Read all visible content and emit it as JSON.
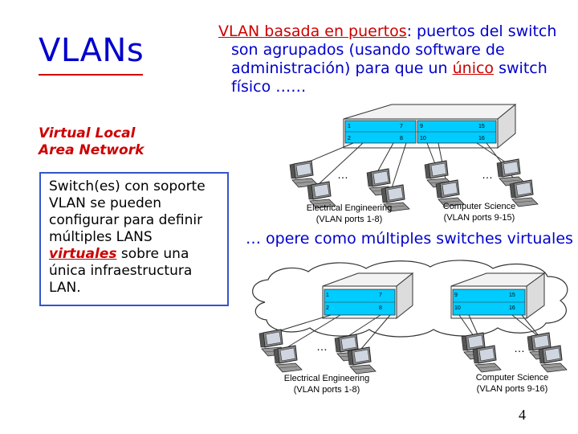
{
  "title": "VLANs",
  "header": {
    "line1_prefix": "VLAN basada en puertos",
    "line1_rest": ": puertos del switch",
    "line2": "son agrupados (usando software de",
    "line3_prefix": "administración) para que un ",
    "line3_emph": "único",
    "line3_rest": " switch",
    "line4": "físico ……"
  },
  "definition": {
    "line1": "Virtual Local",
    "line2": "Area Network"
  },
  "description": {
    "text_before": "Switch(es) con soporte VLAN se pueden configurar para definir múltiples LANS ",
    "emphasis": "virtuales",
    "text_after": " sobre una única infraestructura LAN."
  },
  "middle_text": "… opere como múltiples switches virtuales",
  "top_diagram": {
    "ports": [
      "1",
      "2",
      "7",
      "8",
      "9",
      "10",
      "15",
      "16"
    ],
    "left_dots": "…",
    "right_dots": "…",
    "left_label_line1": "Electrical Engineering",
    "left_label_line2": "(VLAN ports 1-8)",
    "right_label_line1": "Computer Science",
    "right_label_line2": "(VLAN ports 9-15)"
  },
  "bottom_diagram": {
    "ports_left": [
      "1",
      "2",
      "7",
      "8"
    ],
    "ports_right": [
      "9",
      "10",
      "15",
      "16"
    ],
    "left_dots": "…",
    "right_dots": "…",
    "left_label_line1": "Electrical Engineering",
    "left_label_line2": "(VLAN ports 1-8)",
    "right_label_line1": "Computer Science",
    "right_label_line2": "(VLAN ports 9-16)"
  },
  "slide_number": "4",
  "colors": {
    "heading": "#0000cc",
    "accent": "#cc0000",
    "switch_panel": "#00ccff"
  }
}
